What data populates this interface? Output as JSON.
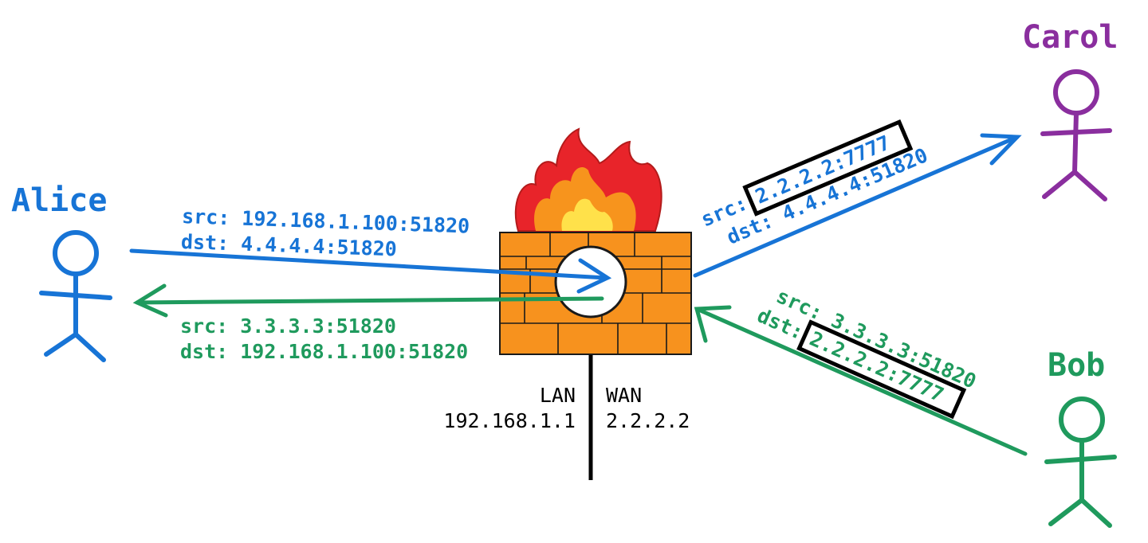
{
  "colors": {
    "alice": "#1774d6",
    "bob": "#1f9a5d",
    "carol": "#8a2e9e",
    "brick": "#f7921e",
    "flame_outer": "#e8242a",
    "flame_mid": "#f7941d",
    "flame_inner": "#ffe14a"
  },
  "people": {
    "alice": "Alice",
    "carol": "Carol",
    "bob": "Bob"
  },
  "outbound": {
    "src": "src: 192.168.1.100:51820",
    "dst": "dst: 4.4.4.4:51820"
  },
  "inbound": {
    "src": "src: 3.3.3.3:51820",
    "dst": "dst: 192.168.1.100:51820"
  },
  "to_carol": {
    "src_prefix": "src:",
    "src_value": "2.2.2.2:7777",
    "dst": "dst: 4.4.4.4:51820"
  },
  "from_bob": {
    "src": "src: 3.3.3.3:51820",
    "dst_prefix": "dst:",
    "dst_value": "2.2.2.2:7777"
  },
  "router": {
    "lan_label": "LAN",
    "lan_ip": "192.168.1.1",
    "wan_label": "WAN",
    "wan_ip": "2.2.2.2"
  }
}
